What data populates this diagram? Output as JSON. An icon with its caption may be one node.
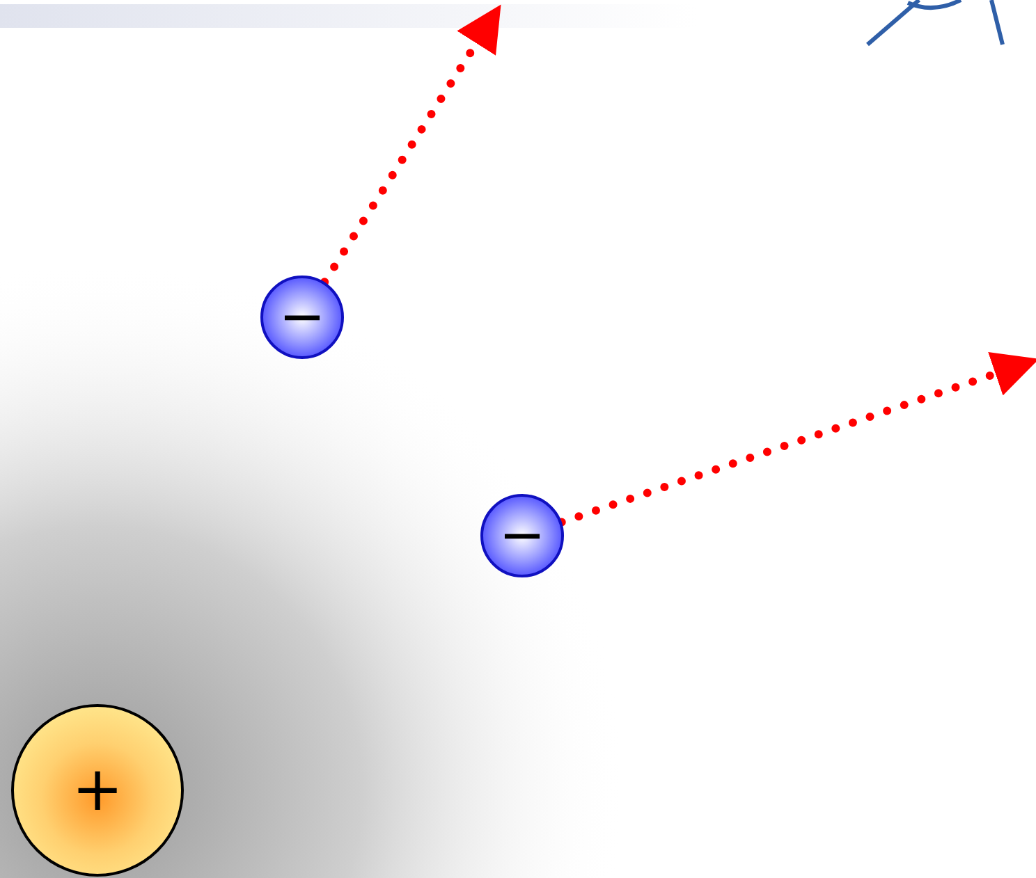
{
  "diagram": {
    "nodes": [
      {
        "text": [
          "−"
        ]
      },
      {
        "text": [
          "−"
        ]
      },
      {
        "text": [
          "+"
        ]
      }
    ],
    "edges": [
      {
        "from": 0,
        "to": null,
        "arrow": "to",
        "style": "dashed"
      },
      {
        "from": 1,
        "to": null,
        "arrow": "to",
        "style": "dashed"
      }
    ]
  }
}
